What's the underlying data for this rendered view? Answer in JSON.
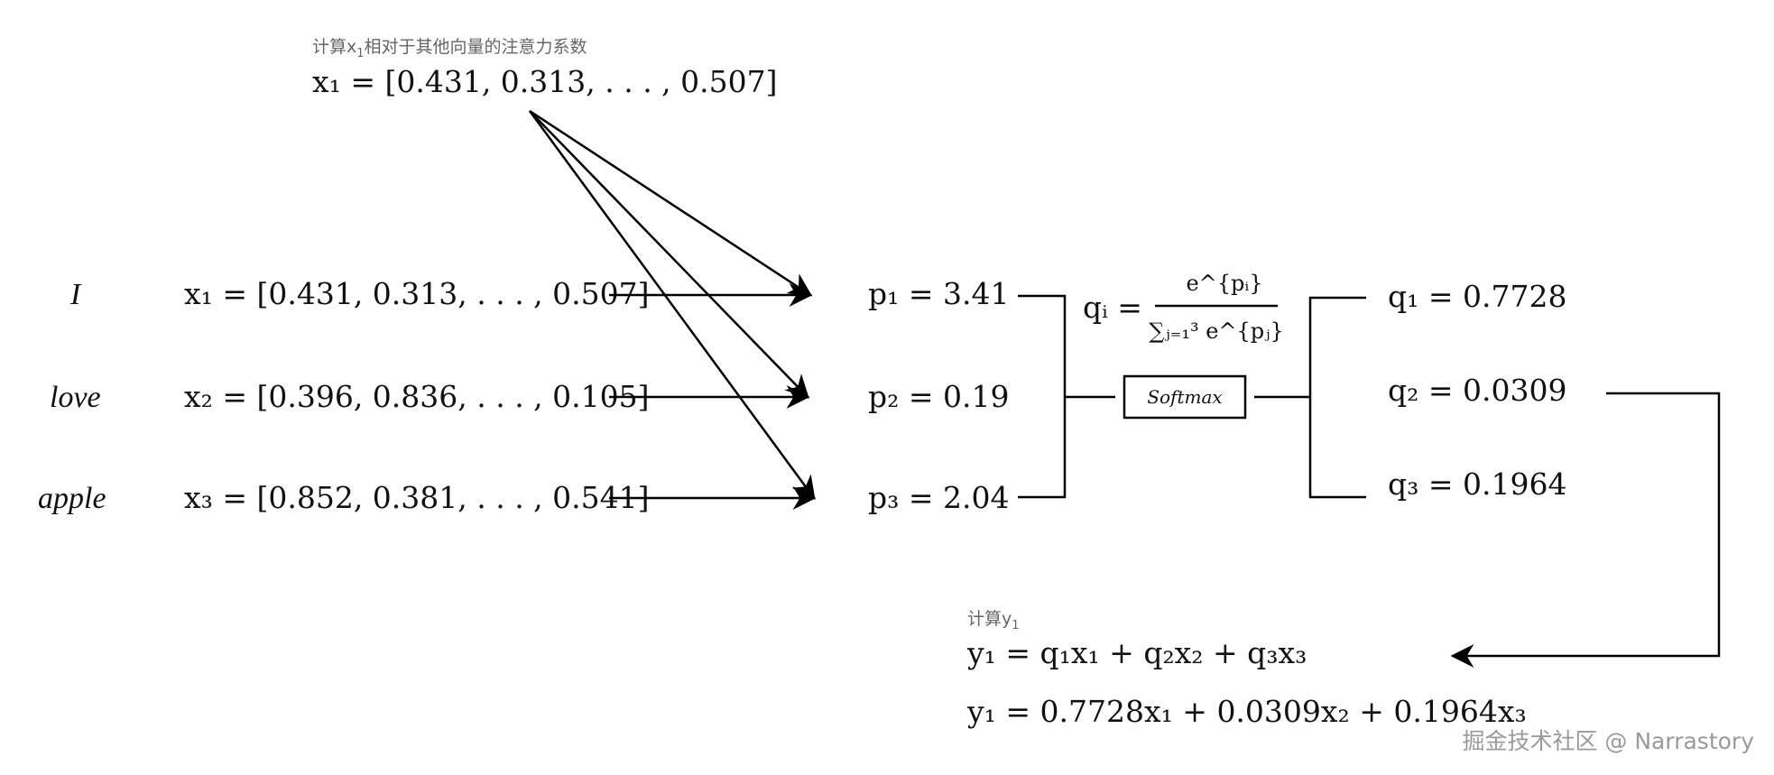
{
  "top_note": {
    "caption_prefix": "计算x",
    "caption_sub": "1",
    "caption_suffix": "相对于其他向量的注意力系数",
    "vector_eq": "x₁ = [0.431, 0.313, . . . , 0.507]"
  },
  "inputs": [
    {
      "word": "I",
      "vector_eq": "x₁ = [0.431, 0.313, . . . , 0.507]"
    },
    {
      "word": "love",
      "vector_eq": "x₂ = [0.396, 0.836, . . . , 0.105]"
    },
    {
      "word": "apple",
      "vector_eq": "x₃ = [0.852, 0.381, . . . , 0.541]"
    }
  ],
  "scores": [
    "p₁ = 3.41",
    "p₂ = 0.19",
    "p₃ = 2.04"
  ],
  "softmax": {
    "formula_lhs": "qᵢ =",
    "numerator": "e^{pᵢ}",
    "denominator": "∑ⱼ₌₁³ e^{pⱼ}",
    "label": "Softmax"
  },
  "weights": [
    "q₁ = 0.7728",
    "q₂ = 0.0309",
    "q₃ = 0.1964"
  ],
  "result": {
    "caption_prefix": "计算y",
    "caption_sub": "1",
    "formula": "y₁ = q₁x₁ + q₂x₂ + q₃x₃",
    "substituted": "y₁ = 0.7728x₁ + 0.0309x₂ + 0.1964x₃"
  },
  "watermark": "掘金技术社区 @ Narrastory"
}
